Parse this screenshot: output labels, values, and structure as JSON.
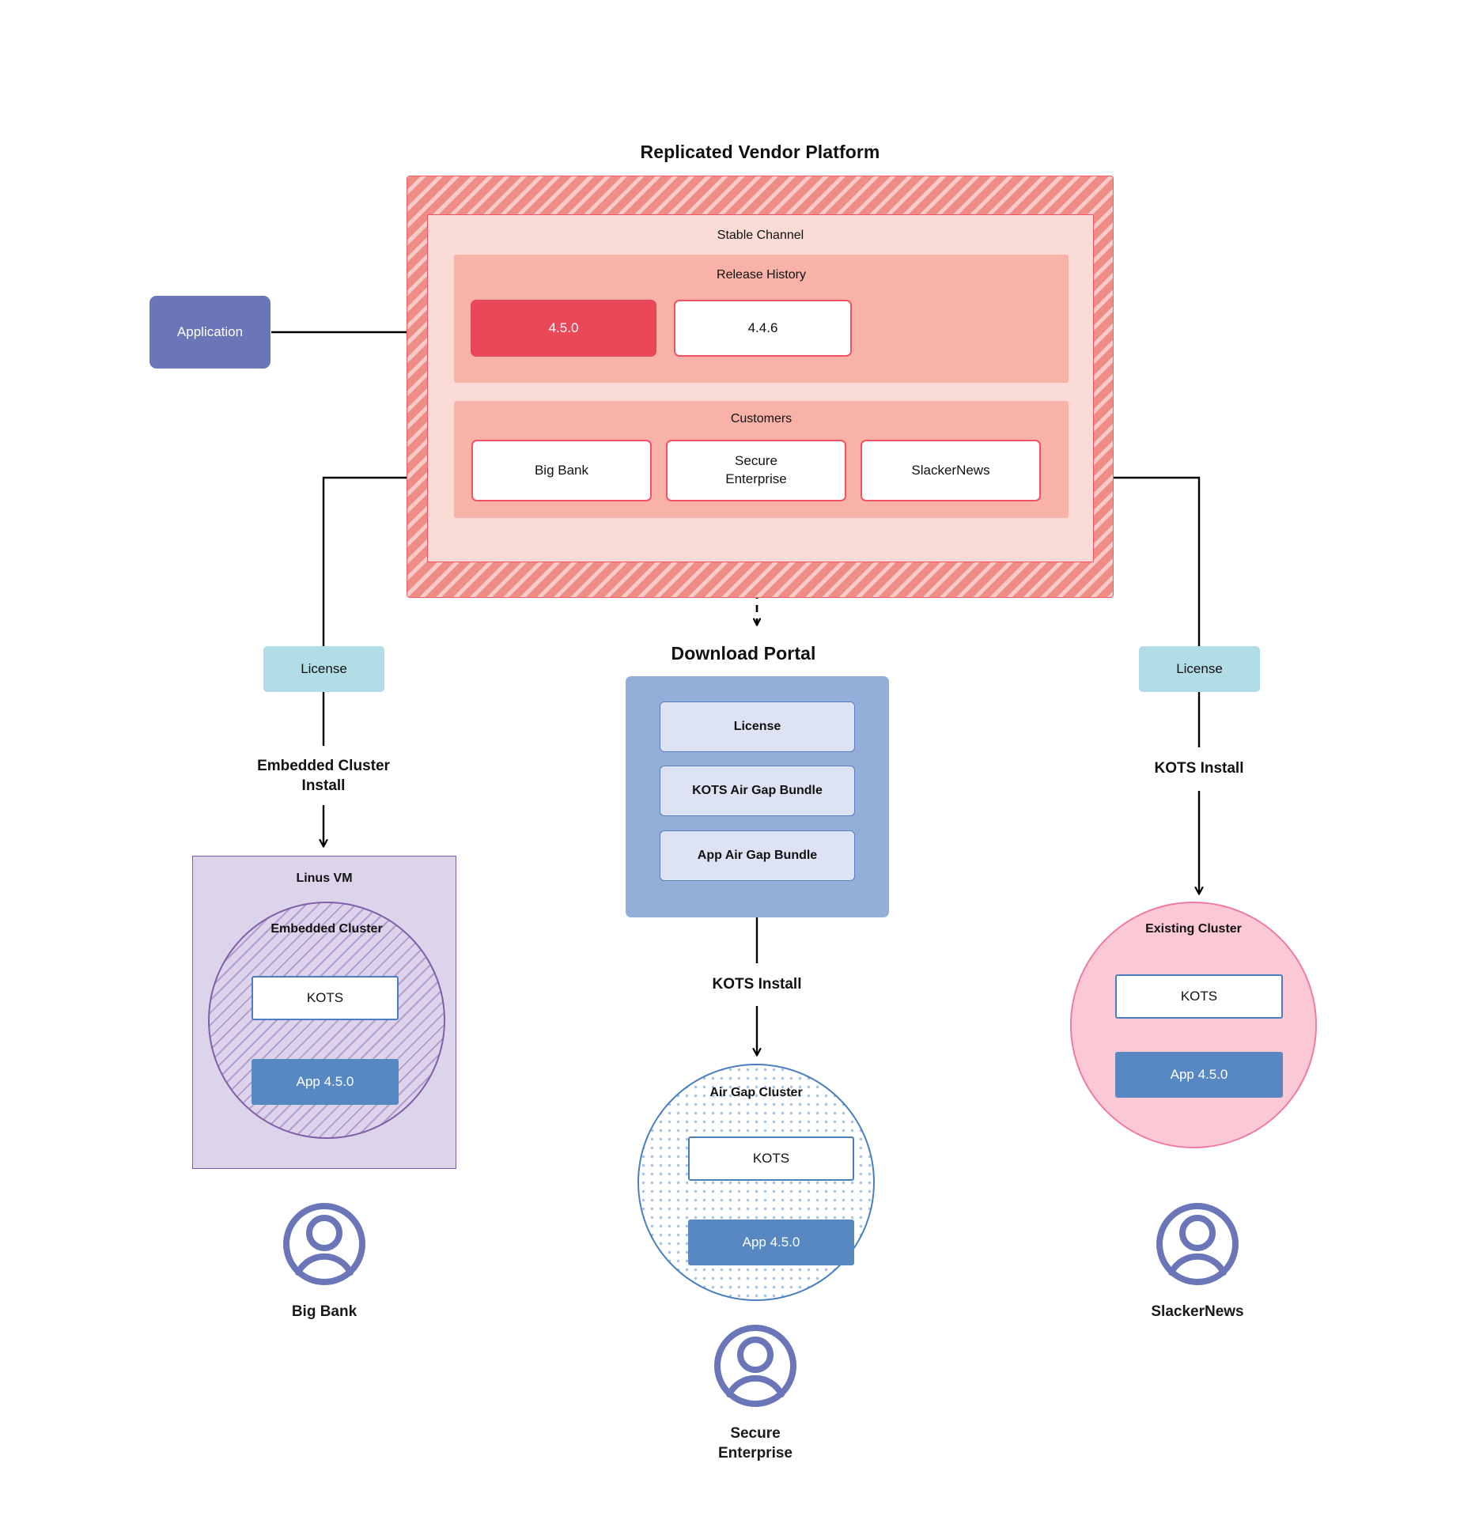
{
  "diagram": {
    "title": "Replicated Vendor Platform",
    "vendor_platform": {
      "label": "Replicated Vendor Platform",
      "stable_channel": {
        "label": "Stable Channel",
        "release_history": {
          "label": "Release History",
          "releases": [
            {
              "version": "4.5.0",
              "state": "current"
            },
            {
              "version": "4.4.6",
              "state": "previous"
            }
          ]
        },
        "customers": {
          "label": "Customers",
          "items": [
            {
              "name": "Big Bank"
            },
            {
              "name": "Secure\nEnterprise"
            },
            {
              "name": "SlackerNews"
            }
          ]
        }
      }
    },
    "application": {
      "label": "Application"
    },
    "licenses": {
      "left_label": "License",
      "right_label": "License"
    },
    "download_portal": {
      "title": "Download  Portal",
      "items": [
        {
          "label": "License"
        },
        {
          "label": "KOTS Air Gap Bundle"
        },
        {
          "label": "App Air Gap Bundle"
        }
      ]
    },
    "flows": {
      "embedded_install_label": "Embedded Cluster\nInstall",
      "kots_install_center_label": "KOTS Install",
      "kots_install_right_label": "KOTS Install"
    },
    "targets": {
      "left": {
        "host_label": "Linus VM",
        "cluster_label": "Embedded Cluster",
        "kots_label": "KOTS",
        "app_label": "App 4.5.0",
        "customer_label": "Big Bank",
        "avatar_icon": "user-avatar-icon"
      },
      "center": {
        "cluster_label": "Air Gap Cluster",
        "kots_label": "KOTS",
        "app_label": "App 4.5.0",
        "customer_label": "Secure\nEnterprise",
        "avatar_icon": "user-avatar-icon"
      },
      "right": {
        "cluster_label": "Existing Cluster",
        "kots_label": "KOTS",
        "app_label": "App 4.5.0",
        "customer_label": "SlackerNews",
        "avatar_icon": "user-avatar-icon"
      }
    },
    "colors": {
      "platform_hatch": "#f08c86",
      "platform_border": "#ef5f60",
      "stable_channel": "#fadbd6",
      "band": "#f8b2a8",
      "release_current": "#ea4758",
      "chip_border": "#ee5264",
      "application": "#6a76b8",
      "license": "#b2dde7",
      "portal": "#94aeda",
      "portal_item": "#dde3f4",
      "vm": "#dcd4ea",
      "vm_border": "#7f5fa8",
      "kots_border": "#4a7fbf",
      "app": "#5788c2",
      "existing_cluster": "#fbc8d6",
      "existing_cluster_border": "#ef7ca0",
      "avatar": "#6a76b8"
    }
  }
}
